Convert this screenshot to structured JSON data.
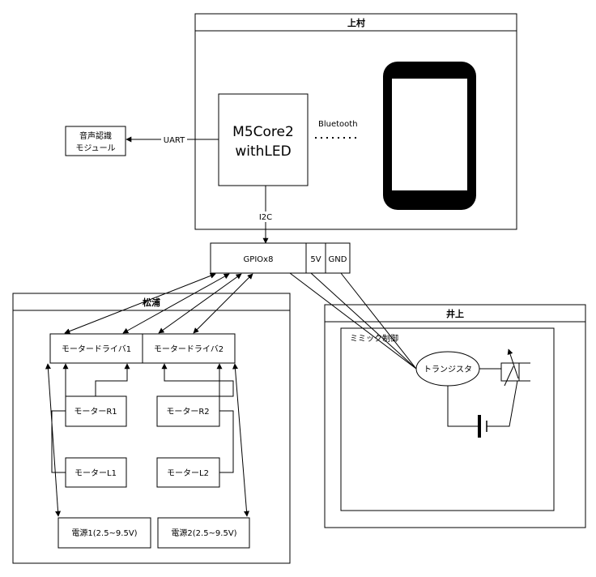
{
  "groups": {
    "uemura": {
      "title": "上村"
    },
    "matsuura": {
      "title": "松浦"
    },
    "inoue": {
      "title": "井上"
    }
  },
  "m5core": {
    "line1": "M5Core2",
    "line2": "withLED"
  },
  "voice_module": {
    "line1": "音声認識",
    "line2": "モジュール"
  },
  "labels": {
    "uart": "UART",
    "bluetooth": "Bluetooth",
    "i2c": "I2C"
  },
  "gpio": {
    "main": "GPIOx8",
    "v5": "5V",
    "gnd": "GND"
  },
  "drivers": {
    "d1": "モータードライバ1",
    "d2": "モータードライバ2"
  },
  "motors": {
    "r1": "モーターR1",
    "r2": "モーターR2",
    "l1": "モーターL1",
    "l2": "モーターL2"
  },
  "power": {
    "p1": "電源1(2.5~9.5V)",
    "p2": "電源2(2.5~9.5V)"
  },
  "mimic": {
    "label": "ミミック制御",
    "transistor": "トランジスタ"
  }
}
